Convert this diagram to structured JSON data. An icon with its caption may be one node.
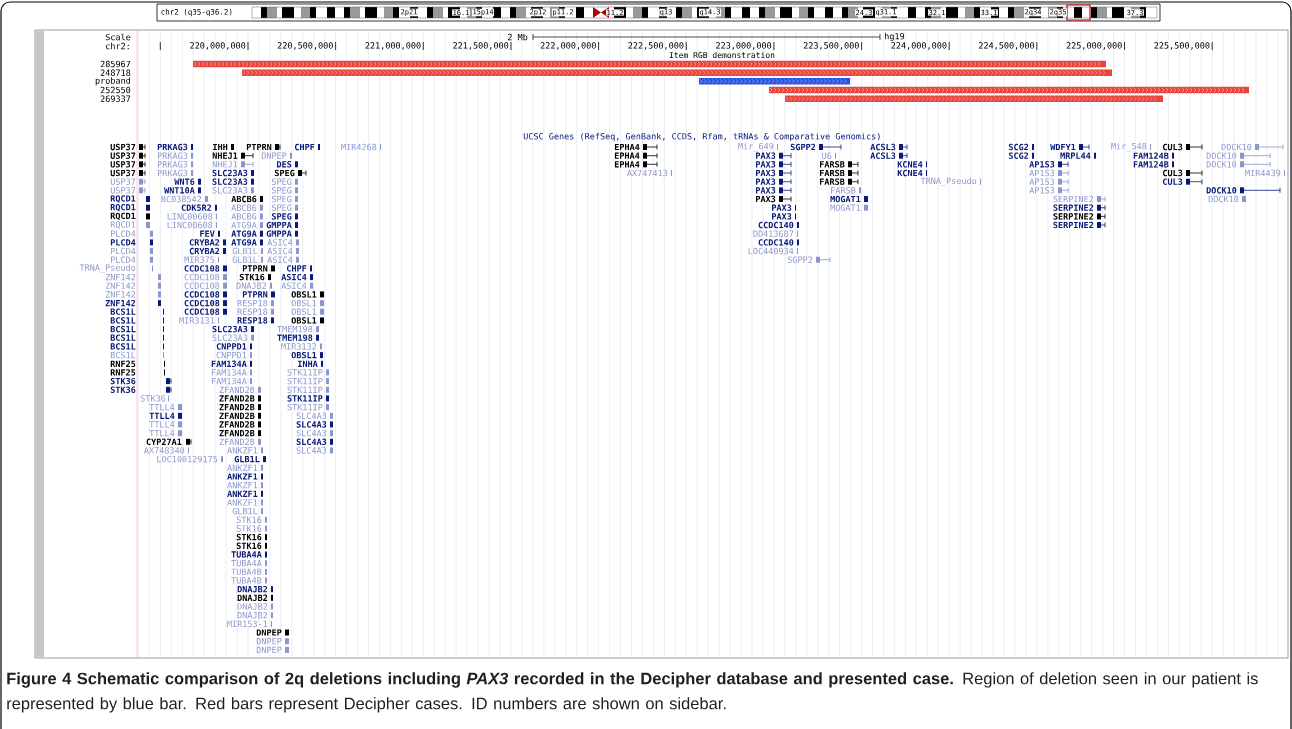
{
  "diagram": {
    "caption": "**Figure 4 Schematic comparison of 2q deletions including *PAX3* recorded in the Decipher database and presented case.** Region of deletion seen in our patient is represented by blue bar. Red bars represent Decipher cases. ID numbers are shown on sidebar.",
    "labels": [
      "chr2 (q35-q36.2)",
      "2p21",
      "16.1",
      "15p14",
      "2p12",
      "p11.2",
      "11.2",
      "q13",
      "q14.3",
      "24.3",
      "q31.1",
      "32.1",
      "33.1",
      "2q34",
      "2q35",
      "37.3",
      "Scale",
      "2 Mb",
      "hg19",
      "chr2:",
      "220,000,000",
      "220,500,000",
      "221,000,000",
      "221,500,000",
      "222,000,000",
      "222,500,000",
      "223,000,000",
      "223,500,000",
      "224,000,000",
      "224,500,000",
      "225,000,000",
      "225,500,000",
      "Item RGB demonstration",
      "285967",
      "248718",
      "proband",
      "252550",
      "269337",
      "UCSC Genes (RefSeq, GenBank, CCDS, Rfam, tRNAs & Comparative Genomics)",
      "USP37",
      "USP37",
      "USP37",
      "USP37",
      "USP37",
      "USP37",
      "RQCD1",
      "RQCD1",
      "RQCD1",
      "RQCD1",
      "PLCD4",
      "PLCD4",
      "PLCD4",
      "PLCD4",
      "TRNA_Pseudo",
      "ZNF142",
      "ZNF142",
      "ZNF142",
      "ZNF142",
      "BCS1L",
      "BCS1L",
      "BCS1L",
      "BCS1L",
      "BCS1L",
      "BCS1L",
      "RNF25",
      "RNF25",
      "STK36",
      "STK36",
      "STK36",
      "TTLL4",
      "TTLL4",
      "TTLL4",
      "TTLL4",
      "CYP27A1",
      "AX748340",
      "LOC100129175",
      "PRKAG3",
      "PRKAG3",
      "PRKAG3",
      "PRKAG3",
      "WNT6",
      "WNT10A",
      "BC038542",
      "CDK5R2",
      "LINC00608",
      "LINC00608",
      "FEV",
      "CRYBA2",
      "CRYBA2",
      "MIR375",
      "CCDC108",
      "CCDC108",
      "CCDC108",
      "CCDC108",
      "CCDC108",
      "CCDC108",
      "MIR3131",
      "SLC23A3",
      "SLC23A3",
      "CNPPD1",
      "CNPPD1",
      "FAM134A",
      "FAM134A",
      "FAM134A",
      "ZFAND2B",
      "ZFAND2B",
      "ZFAND2B",
      "ZFAND2B",
      "ZFAND2B",
      "ZFAND2B",
      "ZFAND2B",
      "ANKZF1",
      "GLB1L",
      "ANKZF1",
      "ANKZF1",
      "ANKZF1",
      "ANKZF1",
      "ANKZF1",
      "GLB1L",
      "STK16",
      "STK16",
      "STK16",
      "STK16",
      "TUBA4A",
      "TUBA4A",
      "TUBA4B",
      "TUBA4B",
      "DNAJB2",
      "DNAJB2",
      "DNAJB2",
      "DNAJB2",
      "MIR153-1",
      "DNPEP",
      "DNPEP",
      "DNPEP",
      "IHH",
      "NHEJ1",
      "NHEJ1",
      "SLC23A3",
      "SLC23A3",
      "SLC23A3",
      "ABCB6",
      "ABCB6",
      "ABCB6",
      "ATG9A",
      "ATG9A",
      "ATG9A",
      "GLB1L",
      "GLB1L",
      "PTPRN",
      "STK16",
      "DNAJB2",
      "PTPRN",
      "RESP18",
      "RESP18",
      "RESP18",
      "PTPRN",
      "DNPEP",
      "DES",
      "SPEG",
      "SPEG",
      "SPEG",
      "SPEG",
      "SPEG",
      "SPEG",
      "GMPPA",
      "GMPPA",
      "ASIC4",
      "ASIC4",
      "ASIC4",
      "CHPF",
      "CHPF",
      "ASIC4",
      "ASIC4",
      "OBSL1",
      "OBSL1",
      "OBSL1",
      "OBSL1",
      "TMEM198",
      "TMEM198",
      "MIR3132",
      "OBSL1",
      "INHA",
      "STK11IP",
      "STK11IP",
      "STK11IP",
      "STK11IP",
      "STK11IP",
      "SLC4A3",
      "SLC4A3",
      "SLC4A3",
      "SLC4A3",
      "SLC4A3",
      "MIR4268",
      "EPHA4",
      "EPHA4",
      "EPHA4",
      "AX747413",
      "Mir_649",
      "PAX3",
      "PAX3",
      "PAX3",
      "PAX3",
      "PAX3",
      "PAX3",
      "PAX3",
      "PAX3",
      "CCDC140",
      "DD413687",
      "CCDC140",
      "LOC440934",
      "SGPP2",
      "SGPP2",
      "U6",
      "FARSB",
      "FARSB",
      "FARSB",
      "FARSB",
      "MOGAT1",
      "MOGAT1",
      "ACSL3",
      "ACSL3",
      "KCNE4",
      "KCNE4",
      "TRNA_Pseudo",
      "SCG2",
      "SCG2",
      "AP1S3",
      "AP1S3",
      "AP1S3",
      "AP1S3",
      "SERPINE2",
      "SERPINE2",
      "SERPINE2",
      "SERPINE2",
      "WDFY1",
      "MRPL44",
      "Mir_548",
      "FAM124B",
      "FAM124B",
      "CUL3",
      "CUL3",
      "CUL3",
      "DOCK10",
      "DOCK10",
      "DOCK10",
      "MIR4439",
      "DOCK10",
      "DOCK10"
    ]
  }
}
